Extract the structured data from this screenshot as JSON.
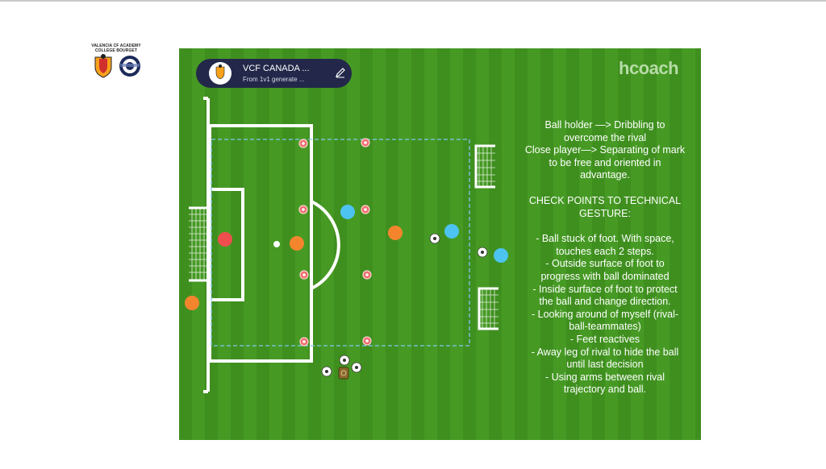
{
  "academy": {
    "line1": "VALENCIA CF ACADEMY",
    "line2": "COLLEGE BOURGET"
  },
  "session": {
    "title": "VCF CANADA ...",
    "subtitle": "From   1v1 generate ...",
    "edit_icon": "pencil-icon"
  },
  "brand": {
    "name": "hcoach"
  },
  "notes": {
    "intro": [
      "Ball holder —> Dribbling to",
      "overcome  the rival",
      "Close player—> Separating of mark",
      "to be free  and oriented in",
      "advantage."
    ],
    "check_title": [
      "CHECK POINTS TO TECHNICAL",
      "GESTURE:"
    ],
    "points": [
      "-  Ball stuck of foot. With space,",
      "touches each 2 steps.",
      "-  Outside surface of foot to",
      "progress with ball dominated",
      "-  Inside surface of foot to protect",
      "the ball and change direction.",
      "-  Looking around of myself  (rival-",
      "ball-teammates)",
      "-  Feet reactives",
      "-  Away leg  of rival to hide the ball",
      "until last decision",
      "-  Using arms between rival",
      "trajectory and ball."
    ]
  },
  "colors": {
    "grass_dark": "#3f8f1f",
    "grass_light": "#469a24",
    "player_orange": "#f5852d",
    "player_blue": "#4cc3f0",
    "player_red": "#f04e4e",
    "cone": "#f06e6e",
    "zone_line": "#7fc8f0",
    "header_bg": "#23284a"
  }
}
